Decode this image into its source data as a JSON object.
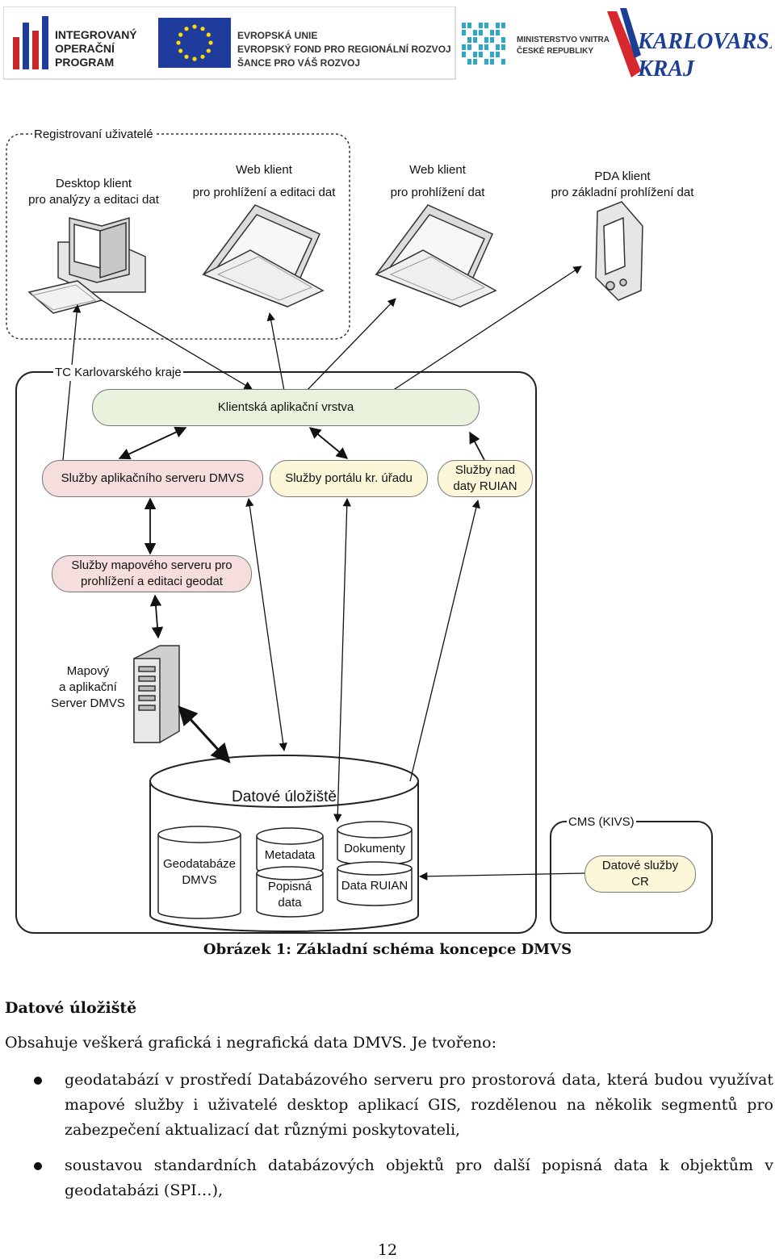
{
  "header": {
    "iop_logo_text": [
      "INTEGROVANÝ",
      "OPERAČNÍ",
      "PROGRAM"
    ],
    "eu_logo_text": [
      "EVROPSKÁ UNIE",
      "EVROPSKÝ FOND PRO REGIONÁLNÍ ROZVOJ",
      "ŠANCE PRO VÁŠ ROZVOJ"
    ],
    "mv_logo_text": [
      "MINISTERSTVO VNITRA",
      "ČESKÉ REPUBLIKY"
    ],
    "kk_logo_text": [
      "KARLOVARSKÝ",
      "KRAJ"
    ]
  },
  "diagram": {
    "group_users_label": "Registrovaní uživatelé",
    "client_desktop": [
      "Desktop klient",
      "pro analýzy a editaci dat"
    ],
    "client_web_edit": [
      "Web klient",
      "pro prohlížení a editaci dat"
    ],
    "client_web_view": [
      "Web klient",
      "pro prohlížení dat"
    ],
    "client_pda": [
      "PDA klient",
      "pro základní prohlížení dat"
    ],
    "group_tc_label": "TC Karlovarského kraje",
    "layer_client_app": "Klientská aplikační vrstva",
    "svc_app_server": "Služby aplikačního serveru DMVS",
    "svc_portal": "Služby portálu kr. úřadu",
    "svc_ruian": [
      "Služby nad",
      "daty RUIAN"
    ],
    "svc_map_server": [
      "Služby mapového serveru pro",
      "prohlížení a editaci geodat"
    ],
    "server_label": [
      "Mapový",
      "a aplikační",
      "Server DMVS"
    ],
    "storage_title": "Datové úložiště",
    "db_geodatabase": [
      "Geodatabáze",
      "DMVS"
    ],
    "db_metadata": "Metadata",
    "db_descriptive": [
      "Popisná",
      "data"
    ],
    "db_documents": "Dokumenty",
    "db_ruian": "Data RUIAN",
    "group_cms_label": "CMS (KIVS)",
    "svc_cr": [
      "Datové služby",
      "CR"
    ]
  },
  "caption": "Obrázek 1: Základní schéma koncepce DMVS",
  "section_heading": "Datové úložiště",
  "intro": "Obsahuje veškerá grafická i negrafická data DMVS. Je tvořeno:",
  "bullets": [
    "geodatabází v prostředí Databázového serveru pro prostorová data, která budou využívat mapové služby i uživatelé desktop aplikací GIS, rozdělenou na několik segmentů pro zabezpečení aktualizací dat různými poskytovateli,",
    "soustavou standardních databázových objektů pro další popisná data k objektům v geodatabázi (SPI…),"
  ],
  "page_number": "12",
  "colors": {
    "service_fill": "#f7dede",
    "portal_fill": "#fbf7d8",
    "client_layer_fill": "#e9f2dc",
    "eu_blue": "#1f3b9b",
    "eu_star": "#ffdd00",
    "kk_blue": "#1c3f94",
    "kk_red": "#d7282f",
    "mv_teal": "#2fa8c8"
  }
}
